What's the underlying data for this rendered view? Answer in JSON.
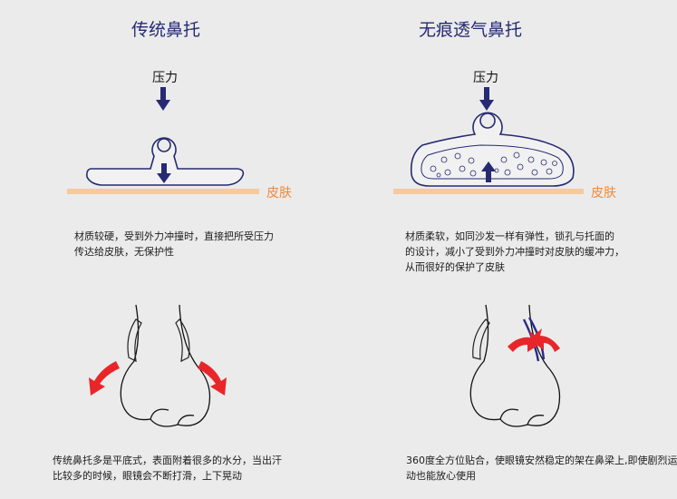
{
  "left": {
    "title": "传统鼻托",
    "pressure_label": "压力",
    "skin_label": "皮肤",
    "description_lines": [
      "材质较硬，受到外力冲撞时，直接把所受压力",
      "传达给皮肤，无保护性"
    ],
    "bottom_lines": [
      "传统鼻托多是平底式，表面附着很多的水分，当出汗",
      "比较多的时候，眼镜会不断打滑，上下晃动"
    ]
  },
  "right": {
    "title": "无痕透气鼻托",
    "pressure_label": "压力",
    "skin_label": "皮肤",
    "description_lines": [
      "材质柔软，如同沙发一样有弹性，锁孔与托面的",
      "的设计，减小了受到外力冲撞时对皮肤的缓冲力，",
      "从而很好的保护了皮肤"
    ],
    "bottom_lines": [
      "360度全方位贴合，使眼镜安然稳定的架在鼻梁上,即使剧烈运",
      "动也能放心使用"
    ]
  },
  "colors": {
    "title": "#262a73",
    "arrow_dark": "#262a73",
    "skin": "#f6c9a0",
    "skin_label": "#ef8a3c",
    "red_arrow": "#e8262a",
    "pad_blue": "#2a2a8c"
  }
}
